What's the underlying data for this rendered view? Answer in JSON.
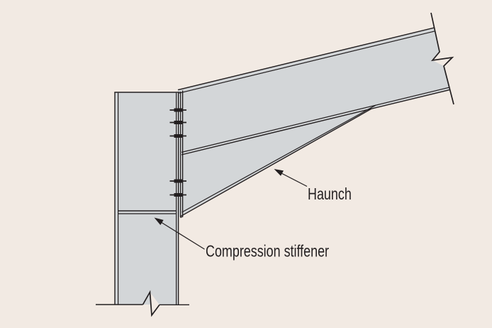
{
  "diagram": {
    "kind": "haunched-eaves-connection-detail",
    "labels": {
      "haunch": "Haunch",
      "compression_stiffener": "Compression stiffener"
    },
    "colors": {
      "background": "#f2eae3",
      "steel_fill": "#d3d6d8",
      "line": "#231f20",
      "text": "#231f20"
    },
    "bolt_count": 5,
    "parts": [
      "column",
      "end-plate",
      "rafter",
      "haunch",
      "compression-stiffener",
      "bolts",
      "rafter-break-symbol",
      "column-break-symbol"
    ]
  }
}
